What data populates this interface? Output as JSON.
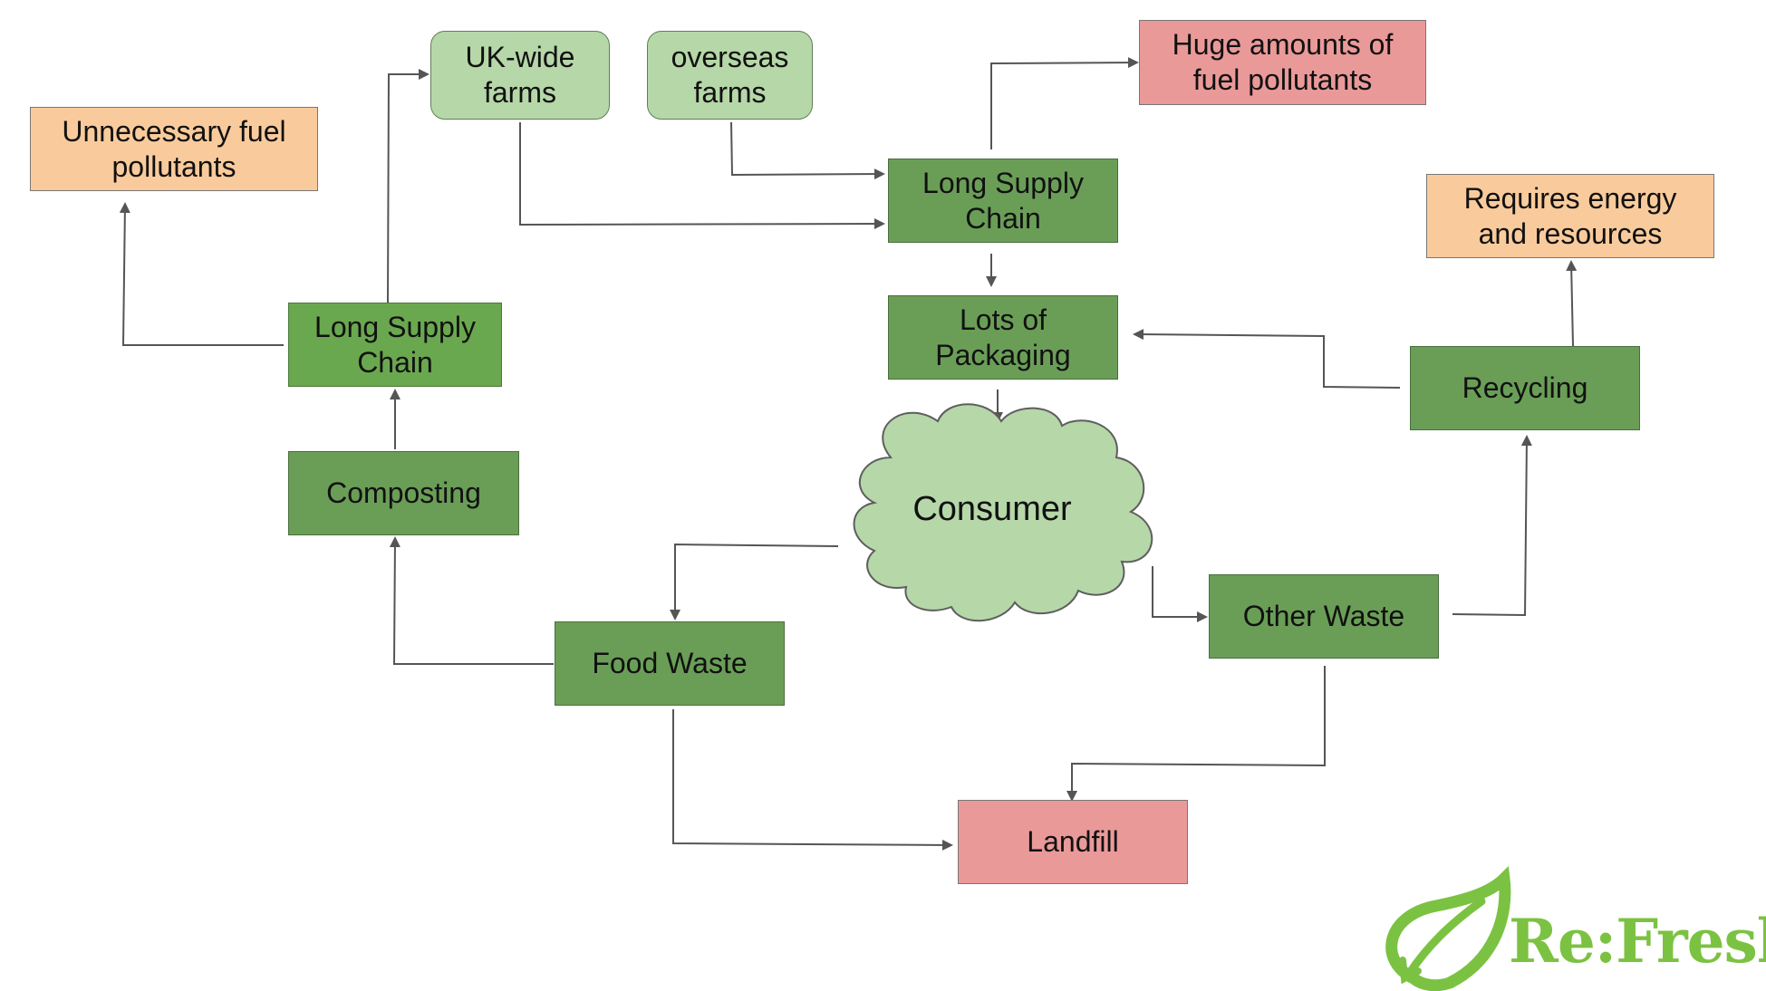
{
  "nodes": {
    "unnecessary_fuel": "Unnecessary fuel\npollutants",
    "uk_farms": "UK-wide\nfarms",
    "overseas_farms": "overseas\nfarms",
    "huge_fuel": "Huge amounts of\nfuel pollutants",
    "long_supply_chain_left": "Long Supply\nChain",
    "long_supply_chain_top": "Long Supply\nChain",
    "requires_energy": "Requires energy\nand resources",
    "lots_of_packaging": "Lots of\nPackaging",
    "recycling": "Recycling",
    "composting": "Composting",
    "consumer": "Consumer",
    "other_waste": "Other Waste",
    "food_waste": "Food Waste",
    "landfill": "Landfill"
  },
  "logo": {
    "text": "Re:Fresh",
    "icon": "leaf-icon"
  },
  "colors": {
    "dark_green": "#6a9e57",
    "mid_green": "#6aa84f",
    "light_green": "#b6d7a8",
    "orange": "#f9cb9c",
    "red": "#ea9999",
    "logo_green": "#7cc242",
    "arrow": "#555555"
  }
}
